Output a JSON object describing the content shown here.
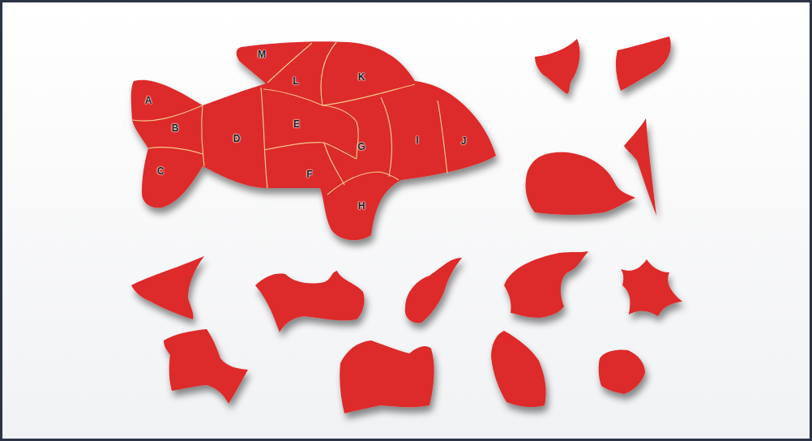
{
  "diagram": {
    "labels": [
      "M",
      "L",
      "K",
      "A",
      "B",
      "E",
      "D",
      "G",
      "I",
      "J",
      "C",
      "F",
      "H"
    ]
  }
}
